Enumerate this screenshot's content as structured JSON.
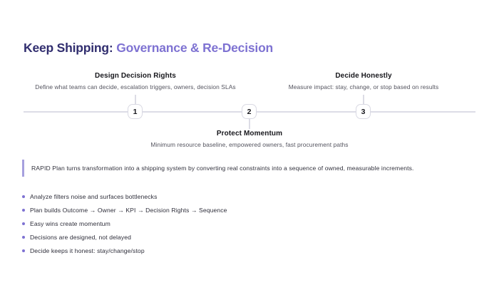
{
  "header": {
    "title_prefix": "Keep Shipping:",
    "title_highlight": " Governance & Re-Decision"
  },
  "timeline": {
    "milestones": [
      {
        "number": "1",
        "title": "Design Decision Rights",
        "description": "Define what teams can decide, escalation triggers, owners, decision SLAs",
        "label_position": "above"
      },
      {
        "number": "2",
        "title": "Protect Momentum",
        "description": "Minimum resource baseline, empowered owners, fast procurement paths",
        "label_position": "below"
      },
      {
        "number": "3",
        "title": "Decide Honestly",
        "description": "Measure impact: stay, change, or stop based on results",
        "label_position": "above"
      }
    ]
  },
  "callout": {
    "text": "RAPID Plan turns transformation into a shipping system by converting real constraints into a sequence of owned, measurable increments."
  },
  "bullets": [
    "Analyze filters noise and surfaces bottlenecks",
    "Plan builds Outcome → Owner → KPI → Decision Rights → Sequence",
    "Easy wins create momentum",
    "Decisions are designed, not delayed",
    "Decide keeps it honest: stay/change/stop"
  ],
  "colors": {
    "title_dark": "#312e6f",
    "accent_purple": "#7e72d2",
    "timeline_line": "#dcdce6",
    "node_border": "#d9d9e3",
    "callout_bar": "#a6a0de",
    "body_text": "#2e2e3a"
  }
}
